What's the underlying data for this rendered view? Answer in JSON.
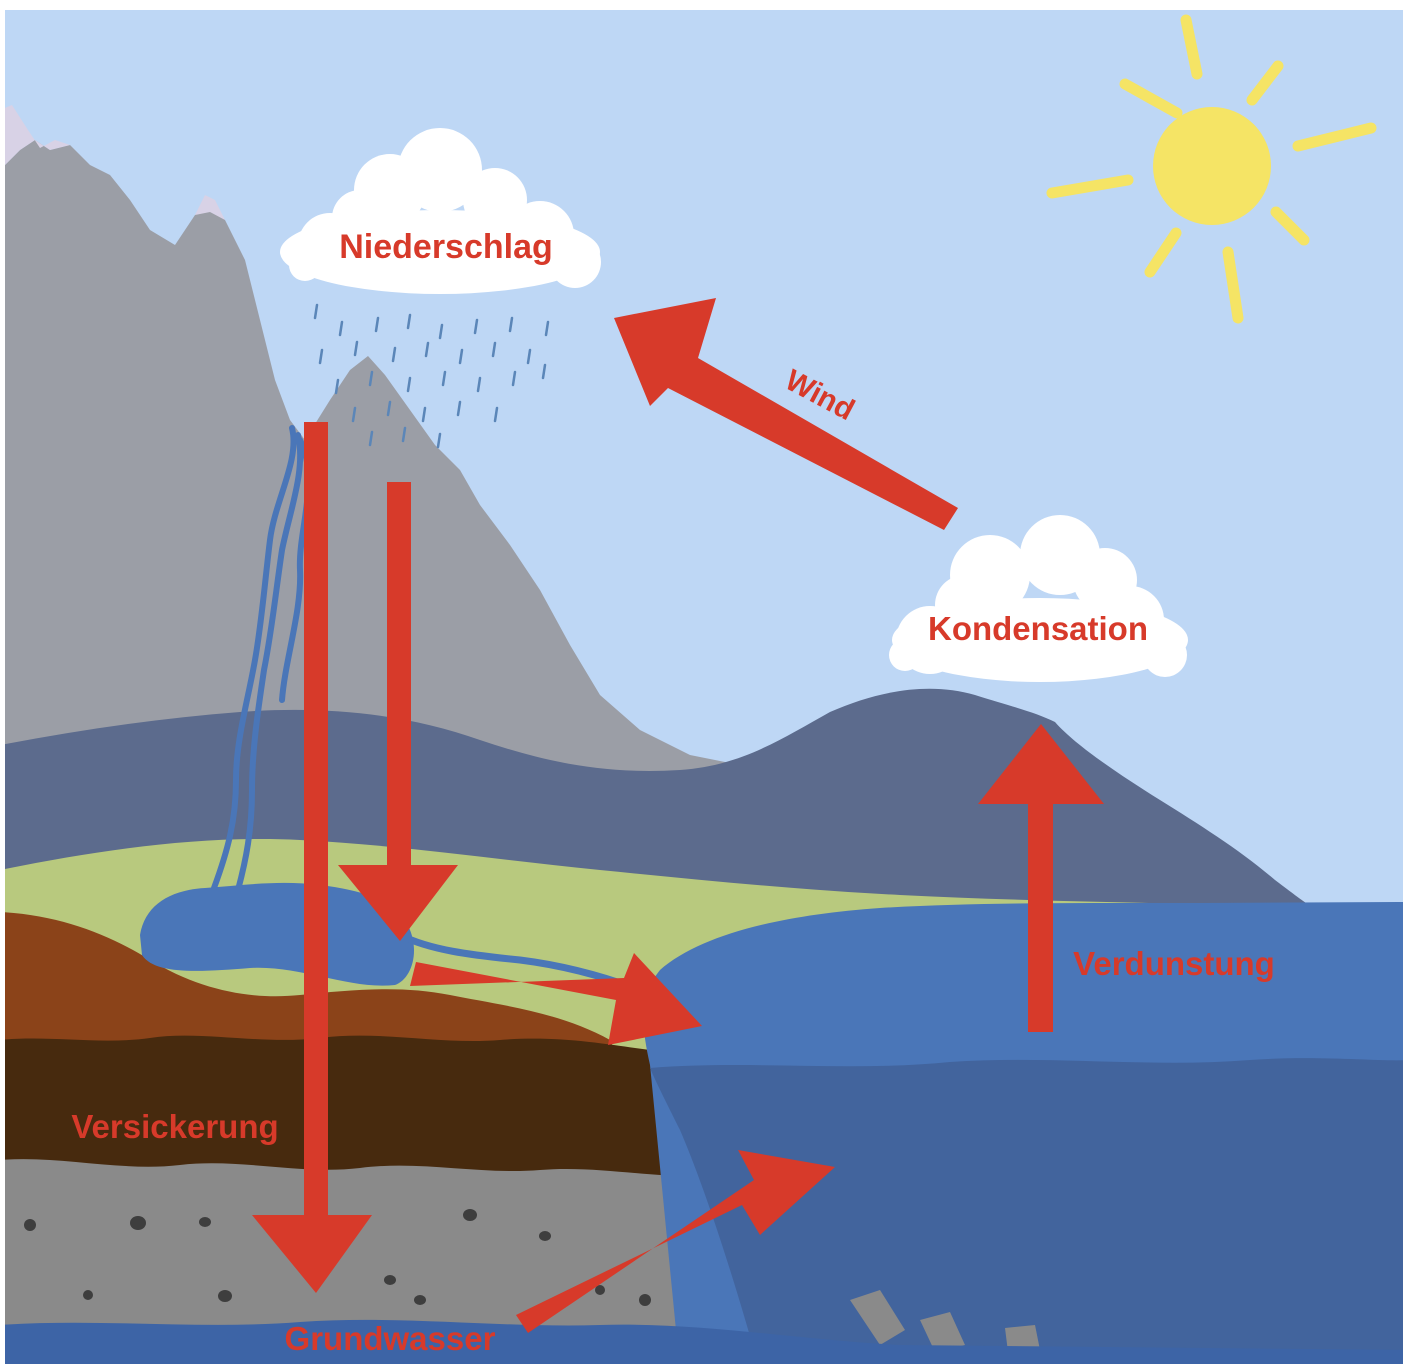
{
  "labels": {
    "precipitation": "Niederschlag",
    "wind": "Wind",
    "condensation": "Kondensation",
    "evaporation": "Verdunstung",
    "infiltration": "Versickerung",
    "groundwater": "Grundwasser"
  },
  "colors": {
    "sky": "#bed7f5",
    "arrow": "#d73a2a",
    "label": "#d73a2a",
    "sun": "#f5e465",
    "cloud": "#ffffff",
    "mountain_back": "#9b9ea6",
    "hills": "#5c6b8d",
    "meadow": "#b8c97e",
    "soil_brown": "#8b4319",
    "soil_dark": "#472a0e",
    "bedrock": "#8a8a8a",
    "lake": "#4a76b8",
    "deep_water": "#42649d",
    "groundwater": "#3d64a6"
  }
}
